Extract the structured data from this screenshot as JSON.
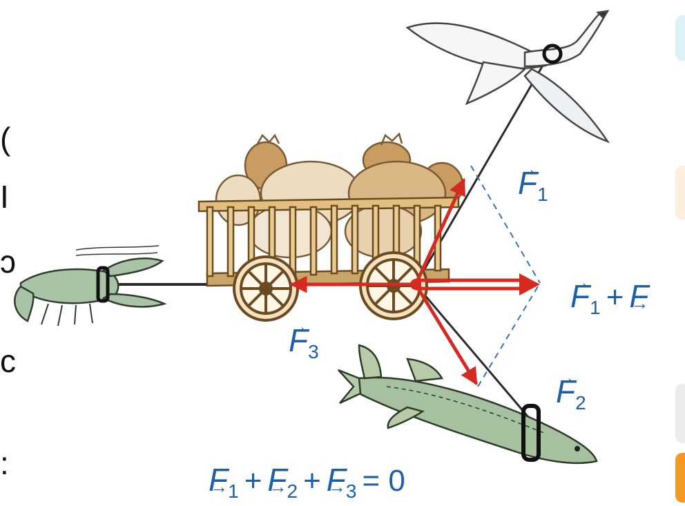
{
  "labels": {
    "f1": {
      "symbol": "F",
      "sub": "1"
    },
    "f2": {
      "symbol": "F",
      "sub": "2"
    },
    "f3": {
      "symbol": "F",
      "sub": "3"
    },
    "sum": {
      "symbol_a": "F",
      "sub_a": "1",
      "op": "+",
      "symbol_b": "F",
      "sub_b": ""
    },
    "equation": {
      "t1": "F",
      "s1": "1",
      "op1": "+",
      "t2": "F",
      "s2": "2",
      "op2": "+",
      "t3": "F",
      "s3": "3",
      "eq": "= 0"
    }
  },
  "left_edge_glyphs": [
    "(",
    "I",
    "ɔ",
    "c",
    ":"
  ],
  "colors": {
    "vector": "#d42a22",
    "label": "#1f5fa8",
    "rope": "#2a2a2a",
    "wood": "#c9a56a",
    "sack": "#d9b886",
    "swan": "#f4f6f8",
    "crayfish": "#a9c3a6",
    "pike": "#a7c09f",
    "tab_1": "#dff1f6",
    "tab_2": "#fdeede",
    "tab_3": "#ececec",
    "tab_4": "#f29a25"
  }
}
